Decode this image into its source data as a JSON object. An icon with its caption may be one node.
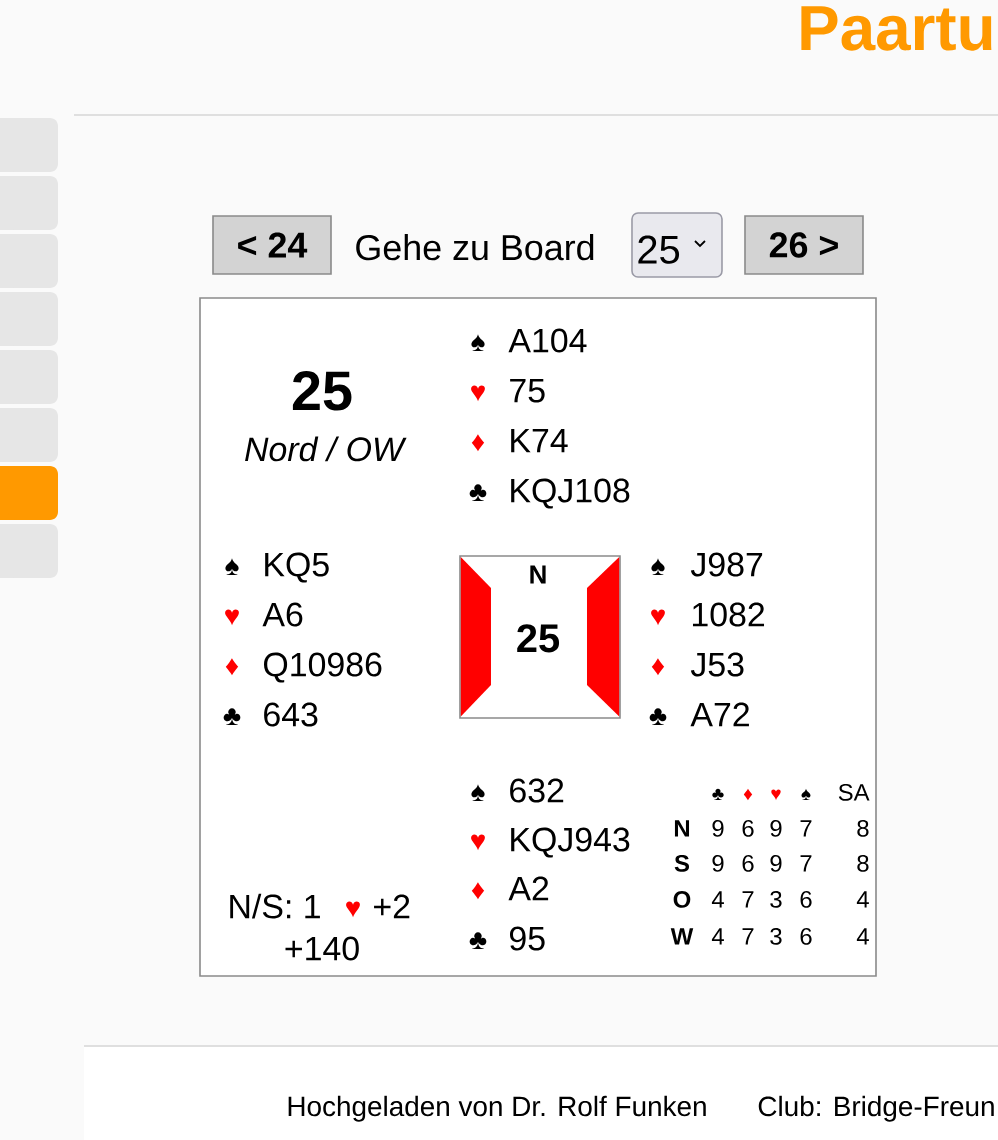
{
  "diagram": {
    "title": "Paartu",
    "nodes": [
      {
        "text": [
          "< 24"
        ]
      },
      {
        "text": [
          "25"
        ]
      },
      {
        "text": [
          "26 >"
        ]
      },
      {
        "text": [
          "25",
          "Nord / OW"
        ]
      },
      {
        "text": [
          "N",
          "25"
        ],
        "in": 3
      }
    ],
    "labels": [
      "Gehe zu Board",
      "♠",
      "A104",
      "♥",
      "75",
      "♦",
      "K74",
      "♣",
      "KQJ108",
      "♠",
      "KQ5",
      "♥",
      "A6",
      "♦",
      "Q10986",
      "♣",
      "643",
      "♠",
      "J987",
      "♥",
      "1082",
      "♦",
      "J53",
      "♣",
      "A72",
      "♠",
      "632",
      "♥",
      "KQJ943",
      "♦",
      "A2",
      "♣",
      "95",
      "♣",
      "♦",
      "♥",
      "♠",
      "SA",
      "N",
      "9",
      "6",
      "9",
      "7",
      "8",
      "S",
      "9",
      "6",
      "9",
      "7",
      "8",
      "O",
      "4",
      "7",
      "3",
      "6",
      "4",
      "W",
      "4",
      "7",
      "3",
      "6",
      "4",
      "N/S: 1",
      "♥",
      "+2",
      "+140",
      "Hochgeladen von Dr. Rolf Funken",
      "Club: Bridge-Freun"
    ]
  }
}
